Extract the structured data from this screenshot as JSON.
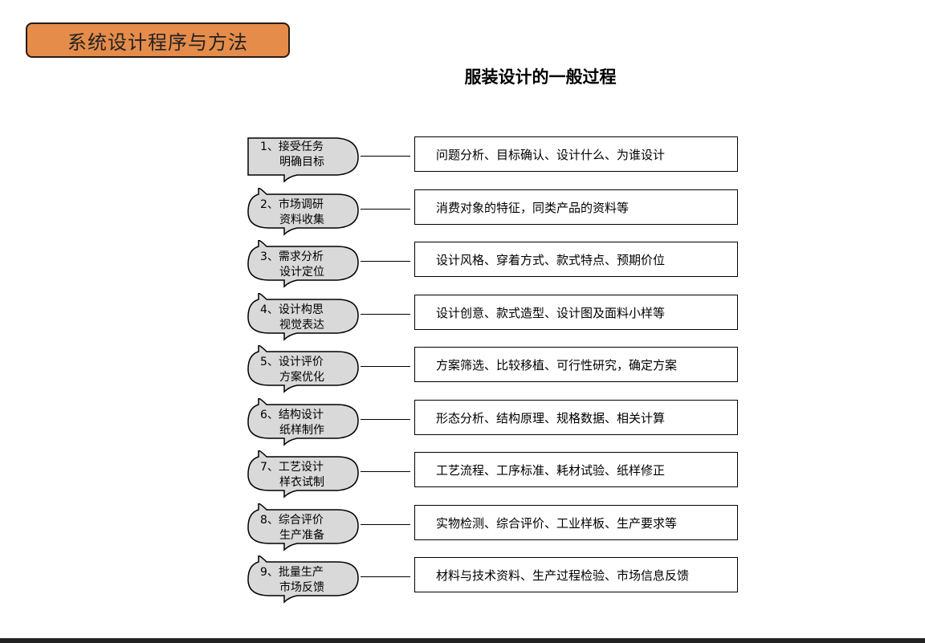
{
  "header": {
    "section_label": "系统设计程序与方法",
    "title": "服装设计的一般过程"
  },
  "colors": {
    "badge": "#e58c4b",
    "step_fill": "#d9d9d9"
  },
  "steps": [
    {
      "num": "1、",
      "line1": "接受任务",
      "line2": "明确目标",
      "desc": "问题分析、目标确认、设计什么、为谁设计"
    },
    {
      "num": "2、",
      "line1": "市场调研",
      "line2": "资料收集",
      "desc": "消费对象的特征，同类产品的资料等"
    },
    {
      "num": "3、",
      "line1": "需求分析",
      "line2": "设计定位",
      "desc": "设计风格、穿着方式、款式特点、预期价位"
    },
    {
      "num": "4、",
      "line1": "设计构思",
      "line2": "视觉表达",
      "desc": "设计创意、款式造型、设计图及面料小样等"
    },
    {
      "num": "5、",
      "line1": "设计评价",
      "line2": "方案优化",
      "desc": "方案筛选、比较移植、可行性研究，确定方案"
    },
    {
      "num": "6、",
      "line1": "结构设计",
      "line2": "纸样制作",
      "desc": "形态分析、结构原理、规格数据、相关计算"
    },
    {
      "num": "7、",
      "line1": "工艺设计",
      "line2": "样衣试制",
      "desc": "工艺流程、工序标准、耗材试验、纸样修正"
    },
    {
      "num": "8、",
      "line1": "综合评价",
      "line2": "生产准备",
      "desc": "实物检测、综合评价、工业样板、生产要求等"
    },
    {
      "num": "9、",
      "line1": "批量生产",
      "line2": "市场反馈",
      "desc": "材料与技术资料、生产过程检验、市场信息反馈"
    }
  ]
}
